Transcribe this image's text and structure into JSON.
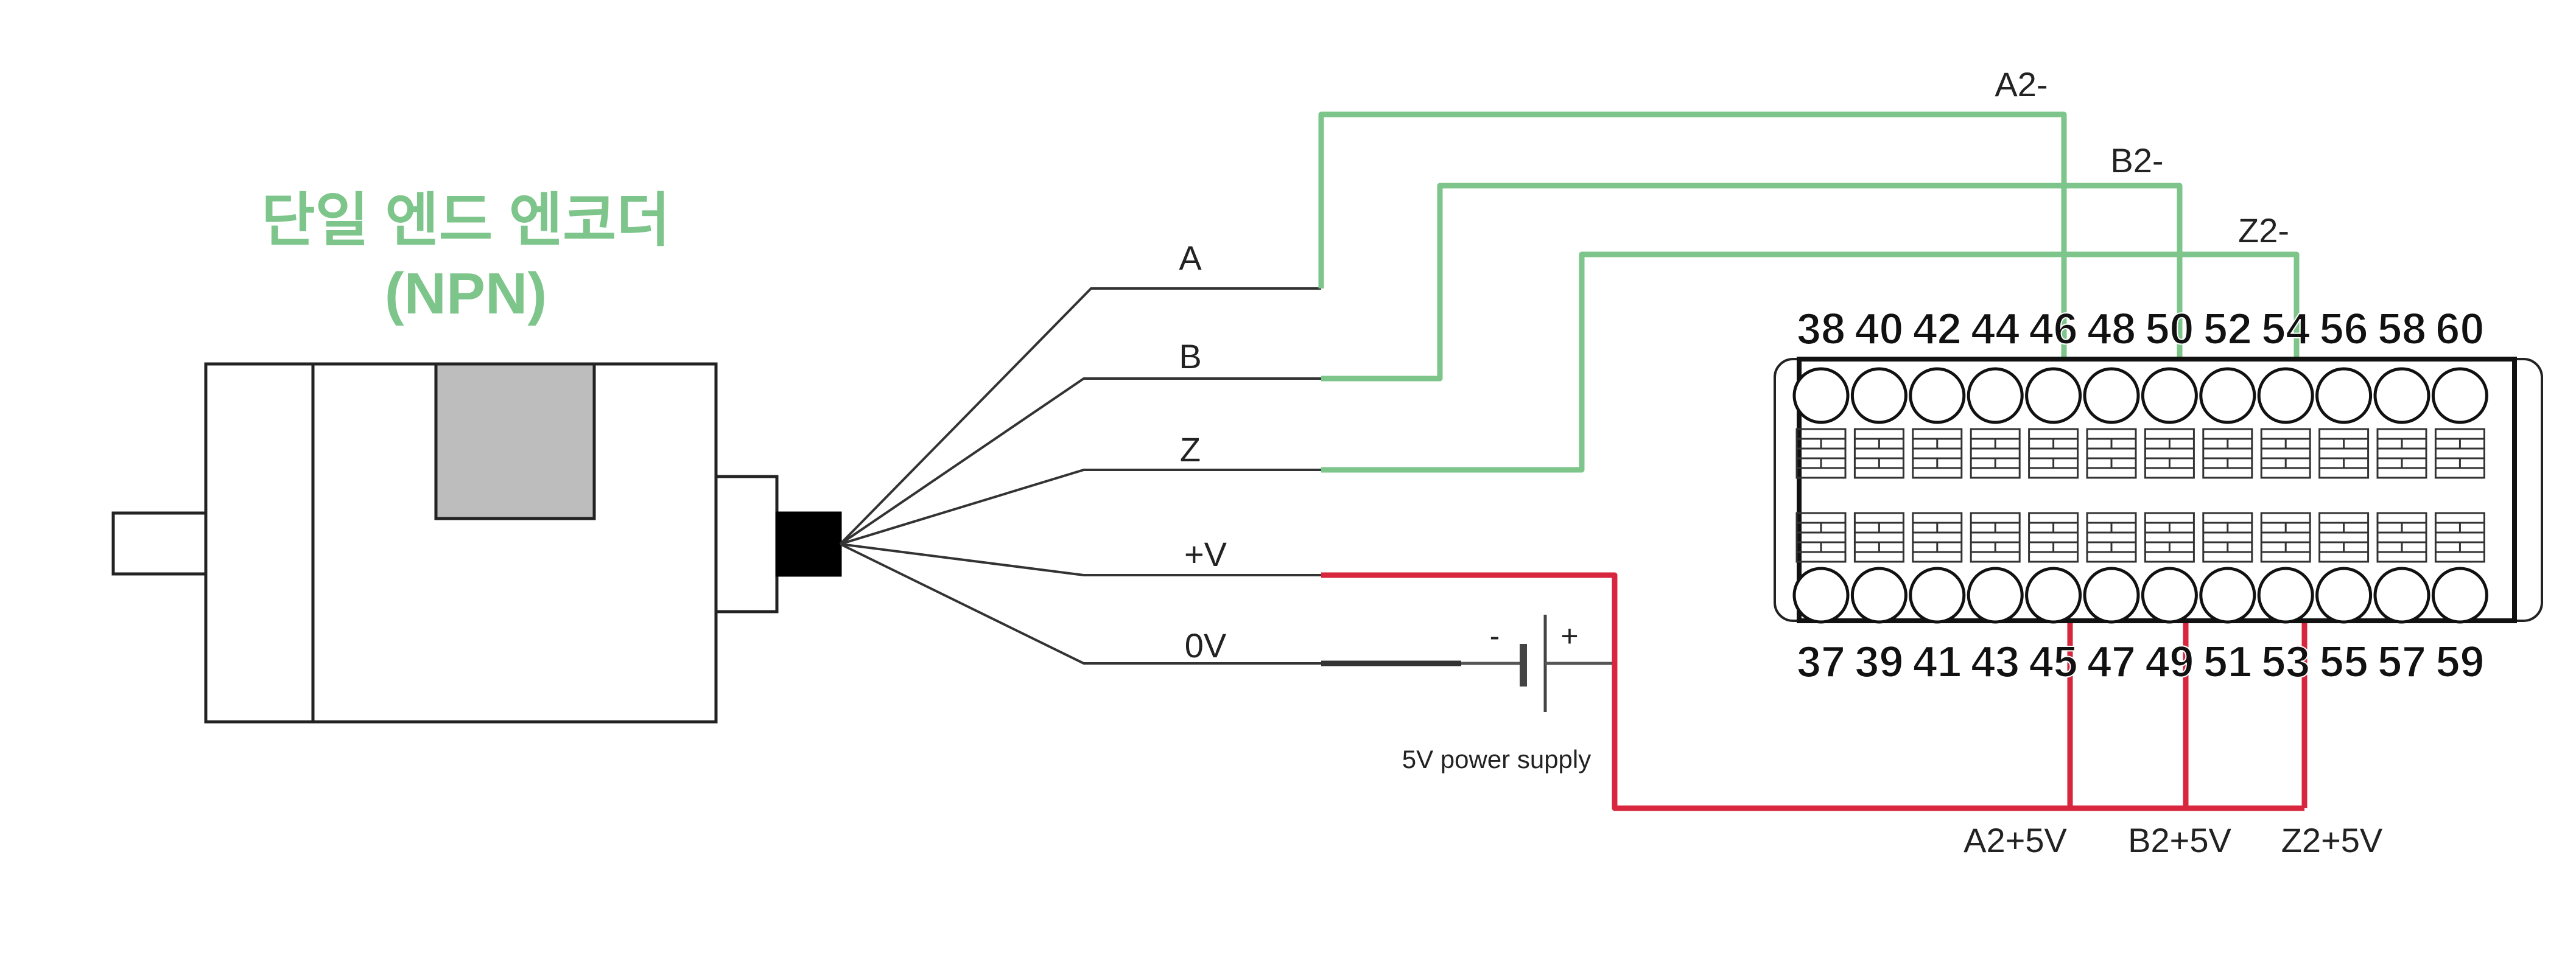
{
  "diagram": {
    "title_lines": [
      "단일 엔드 엔코더",
      "(NPN)"
    ],
    "wire_labels": {
      "a": "A",
      "b": "B",
      "z": "Z",
      "plus_v": "+V",
      "zero_v": "0V"
    },
    "terminal_labels": {
      "a2_minus": "A2-",
      "b2_minus": "B2-",
      "z2_minus": "Z2-",
      "a2_plus": "A2+5V",
      "b2_plus": "B2+5V",
      "z2_plus": "Z2+5V"
    },
    "power_supply": {
      "label": "5V power supply",
      "minus": "-",
      "plus": "+"
    },
    "terminal_block": {
      "top_row": [
        "38",
        "40",
        "42",
        "44",
        "46",
        "48",
        "50",
        "52",
        "54",
        "56",
        "58",
        "60"
      ],
      "bottom_row": [
        "37",
        "39",
        "41",
        "43",
        "45",
        "47",
        "49",
        "51",
        "53",
        "55",
        "57",
        "59"
      ]
    },
    "colors": {
      "signal_wire": "#7dc58a",
      "power_wire": "#d7263d",
      "title": "#7dc58a",
      "outline": "#222222",
      "window": "#bdbdbd"
    }
  }
}
